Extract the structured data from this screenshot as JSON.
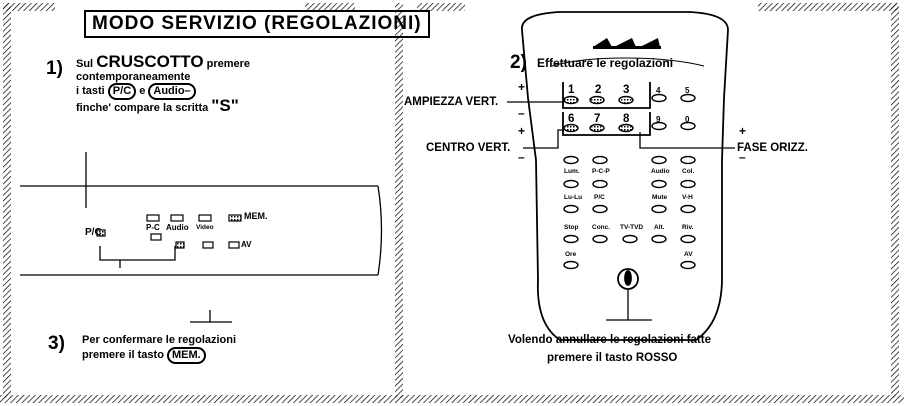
{
  "title": "MODO SERVIZIO (REGOLAZIONI)",
  "step1": {
    "num": "1)",
    "line1_pre": "Sul",
    "line1_big": "CRUSCOTTO",
    "line1_post": "premere",
    "line2": "contemporaneamente",
    "line3_pre": "i tasti",
    "btn_pc": "P/C",
    "line3_mid": "e",
    "btn_audio": "Audio–",
    "line4": "finche' compare la scritta",
    "line4_big": "\"S\""
  },
  "step2": {
    "num": "2)",
    "text": "Effettuare le regolazioni"
  },
  "step3": {
    "num": "3)",
    "line1": "Per confermare le regolazioni",
    "line2_pre": "premere il tasto",
    "btn_mem": "MEM."
  },
  "panel": {
    "pc": "P/C",
    "p_c": "P-C",
    "audio": "Audio",
    "video": "Video",
    "mem": "MEM.",
    "av": "AV"
  },
  "remote": {
    "digits": [
      "1",
      "2",
      "3",
      "4",
      "5",
      "6",
      "7",
      "8",
      "9",
      "0"
    ],
    "row3": [
      "Lum.",
      "P-C-P",
      "Audio",
      "Col."
    ],
    "row4": [
      "Lu-Lu",
      "P/C",
      "Mute",
      "V-H"
    ],
    "row5": [
      "Stop",
      "Conc.",
      "TV-TVD",
      "Alt.",
      "Riv."
    ],
    "row6": [
      "Ore",
      "AV"
    ]
  },
  "labels": {
    "ampiezza": "AMPIEZZA VERT.",
    "centro": "CENTRO VERT.",
    "fase": "FASE ORIZZ.",
    "plus": "+",
    "minus": "–"
  },
  "bottom_note": {
    "line1": "Volendo annullare le regolazioni fatte",
    "line2": "premere il tasto ROSSO"
  }
}
